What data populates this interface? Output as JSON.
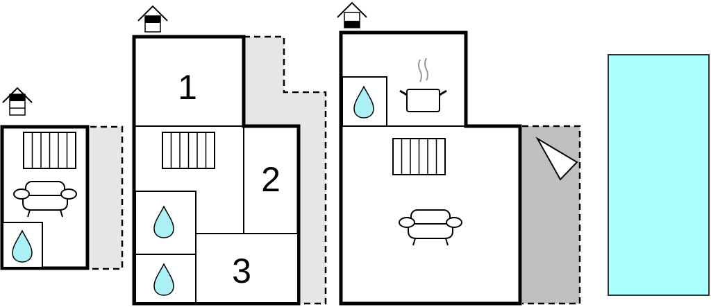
{
  "floorplan": {
    "rooms": [
      {
        "label": "1"
      },
      {
        "label": "2"
      },
      {
        "label": "3"
      }
    ],
    "colors": {
      "wall": "#000000",
      "terrace_light": "#e6e6e6",
      "terrace_dark": "#c0c0c0",
      "water": "#aaf0f5",
      "pool": "#aaffff",
      "steam": "#999999"
    },
    "icons": [
      "house-floor-icon",
      "stairs-icon",
      "sofa-icon",
      "water-drop-icon",
      "cooking-pot-icon",
      "parasol-icon",
      "pool"
    ]
  }
}
